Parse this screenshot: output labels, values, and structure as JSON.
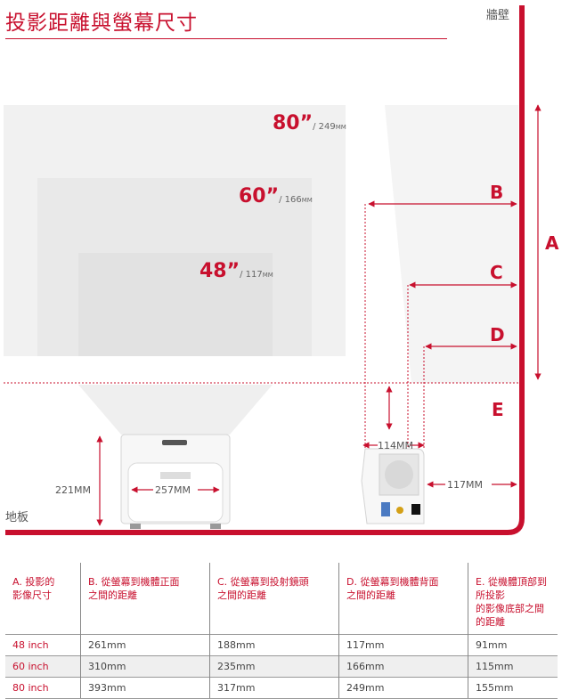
{
  "title": "投影距離與螢幕尺寸",
  "wall_label": "牆壁",
  "floor_label": "地板",
  "accent_color": "#c8102e",
  "screens": [
    {
      "size": "80”",
      "distance": "/ 249",
      "unit": "MM"
    },
    {
      "size": "60”",
      "distance": "/ 166",
      "unit": "MM"
    },
    {
      "size": "48”",
      "distance": "/ 117",
      "unit": "MM"
    }
  ],
  "letters": {
    "a": "A",
    "b": "B",
    "c": "C",
    "d": "D",
    "e": "E"
  },
  "dimensions": {
    "front_height": "221MM",
    "front_width": "257MM",
    "side_depth": "114MM",
    "side_gap": "117MM"
  },
  "table": {
    "headers": [
      "A. 投影的\n影像尺寸",
      "B. 從螢幕到機體正面\n之間的距離",
      "C. 從螢幕到投射鏡頭\n之間的距離",
      "D. 從螢幕到機體背面\n之間的距離",
      "E. 從機體頂部到所投影\n的影像底部之間的距離"
    ],
    "rows": [
      [
        "48 inch",
        "261mm",
        "188mm",
        "117mm",
        "91mm"
      ],
      [
        "60 inch",
        "310mm",
        "235mm",
        "166mm",
        "115mm"
      ],
      [
        "80 inch",
        "393mm",
        "317mm",
        "249mm",
        "155mm"
      ]
    ]
  }
}
